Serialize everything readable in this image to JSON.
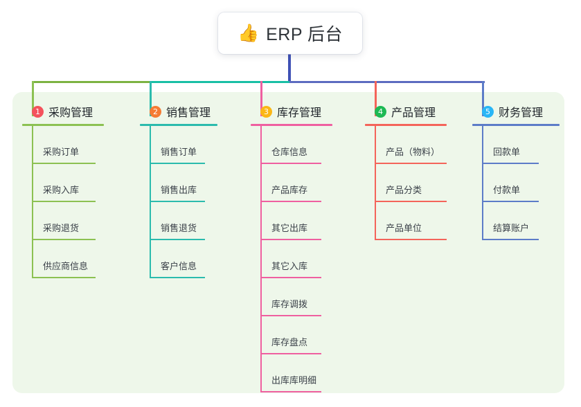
{
  "root": {
    "icon": "thumbs-up-icon",
    "emoji": "👍",
    "title": "ERP 后台"
  },
  "panel": {
    "background_color": "#eef7ea"
  },
  "connectors": {
    "stem_color": "#3f51b5",
    "bus_left_color": "#7cb342",
    "bus_mid_color": "#19bfa5",
    "bus_right_color": "#5c6bc0"
  },
  "columns": [
    {
      "number": "1",
      "title": "采购管理",
      "badge_color": "#f4525c",
      "line_color": "#8cc152",
      "items": [
        "采购订单",
        "采购入库",
        "采购退货",
        "供应商信息"
      ]
    },
    {
      "number": "2",
      "title": "销售管理",
      "badge_color": "#f57c34",
      "line_color": "#2bbbad",
      "items": [
        "销售订单",
        "销售出库",
        "销售退货",
        "客户信息"
      ]
    },
    {
      "number": "3",
      "title": "库存管理",
      "badge_color": "#fbb716",
      "line_color": "#ef5fa0",
      "items": [
        "仓库信息",
        "产品库存",
        "其它出库",
        "其它入库",
        "库存调拨",
        "库存盘点",
        "出库库明细"
      ]
    },
    {
      "number": "4",
      "title": "产品管理",
      "badge_color": "#1db954",
      "line_color": "#f4645a",
      "items": [
        "产品（物料）",
        "产品分类",
        "产品单位"
      ]
    },
    {
      "number": "5",
      "title": "财务管理",
      "badge_color": "#29b6f6",
      "line_color": "#5c7cc8",
      "items": [
        "回款单",
        "付款单",
        "结算账户"
      ]
    }
  ]
}
